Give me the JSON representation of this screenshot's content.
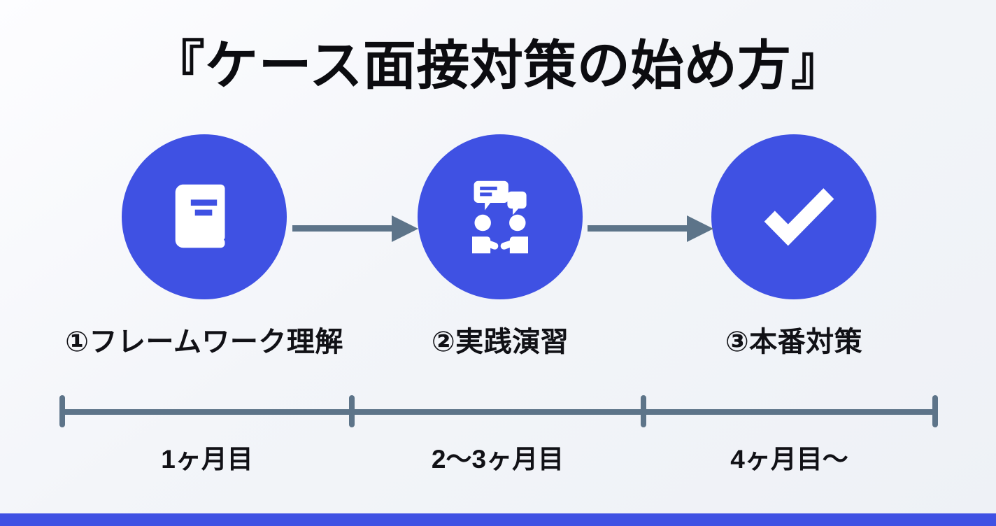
{
  "slide": {
    "title": "『ケース面接対策の始め方』",
    "background_color": "#f3f5f9",
    "accent_color": "#3f51e3",
    "line_color": "#5d7489",
    "text_color": "#111116"
  },
  "steps": [
    {
      "icon": "book-icon",
      "caption": "①フレームワーク理解",
      "circle_color": "#3f51e3"
    },
    {
      "icon": "two-people-discussion-icon",
      "caption": "②実践演習",
      "circle_color": "#3f51e3"
    },
    {
      "icon": "check-mark-icon",
      "caption": "③本番対策",
      "circle_color": "#3f51e3"
    }
  ],
  "connectors": [
    {
      "icon": "arrow-right-icon"
    },
    {
      "icon": "arrow-right-icon"
    }
  ],
  "timeline": {
    "segments": [
      {
        "label": "1ヶ月目"
      },
      {
        "label": "2〜3ヶ月目"
      },
      {
        "label": "4ヶ月目〜"
      }
    ],
    "tick_count": 4
  },
  "bottom_bar": {
    "color": "#3f51e3"
  }
}
